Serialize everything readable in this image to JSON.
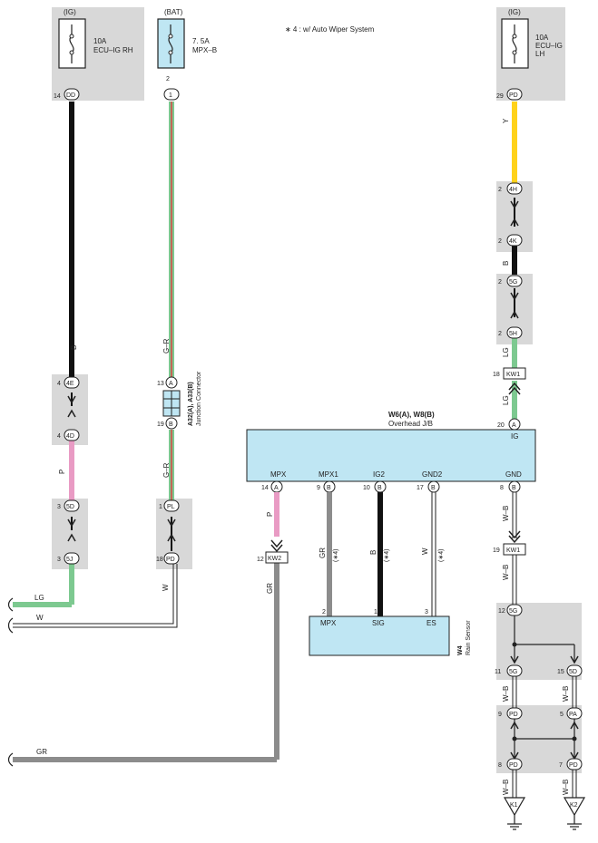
{
  "note": "∗ 4 : w/ Auto Wiper System",
  "fuses": [
    {
      "id": "ig_rh",
      "source": "(IG)",
      "amp": "10A",
      "name": "ECU–IG RH",
      "pin": "14",
      "conn": "DD"
    },
    {
      "id": "bat",
      "source": "(BAT)",
      "amp": "7. 5A",
      "name": "MPX–B",
      "pin": "2",
      "conn": "1"
    },
    {
      "id": "ig_lh",
      "source": "(IG)",
      "amp": "10A",
      "name": "ECU–IG",
      "name2": "LH",
      "pin": "29",
      "conn": "PD"
    }
  ],
  "colors": {
    "wire_black": "#111111",
    "wire_green": "#7dc990",
    "wire_pink": "#e99bc4",
    "wire_gray": "#8c8c8c",
    "wire_yellow": "#ffd21a",
    "wire_red": "#d44",
    "box_fill": "#bfe6f3",
    "gray_box": "#d8d8d8"
  },
  "wire_labels": {
    "b": "B",
    "p": "P",
    "lg": "LG",
    "gr": "G–R",
    "y": "Y",
    "w": "W",
    "grx": "GR",
    "wb": "W–B",
    "star4": "(∗4)"
  },
  "left": {
    "c4e": {
      "pin": "4",
      "conn": "4E"
    },
    "c4d": {
      "pin": "4",
      "conn": "4D"
    },
    "c5d": {
      "pin": "3",
      "conn": "5D"
    },
    "c5j": {
      "pin": "3",
      "conn": "5J"
    }
  },
  "mid": {
    "jc_title": "A32(A), A33(B)",
    "jc_sub": "Junction Connector",
    "top": {
      "pin": "13",
      "conn": "A"
    },
    "bot": {
      "pin": "19",
      "conn": "B"
    },
    "pl": {
      "pin": "1",
      "conn": "PL"
    },
    "pd": {
      "pin": "18",
      "conn": "PD"
    }
  },
  "right_chain": [
    {
      "pin": "2",
      "conn": "4H"
    },
    {
      "pin": "2",
      "conn": "4K"
    },
    {
      "pin": "2",
      "conn": "5G"
    },
    {
      "pin": "2",
      "conn": "5H"
    }
  ],
  "kw1_top": {
    "pin": "18",
    "conn": "KW1"
  },
  "overhead": {
    "title": "W6(A), W8(B)",
    "sub": "Overhead J/B",
    "ig_pin": "20",
    "ig_conn": "A",
    "ig": "IG",
    "terms": [
      {
        "name": "MPX",
        "pin": "14",
        "conn": "A"
      },
      {
        "name": "MPX1",
        "pin": "9",
        "conn": "B"
      },
      {
        "name": "IG2",
        "pin": "10",
        "conn": "B"
      },
      {
        "name": "GND2",
        "pin": "17",
        "conn": "B"
      },
      {
        "name": "GND",
        "pin": "8",
        "conn": "B"
      }
    ]
  },
  "kw2": {
    "pin": "12",
    "conn": "KW2"
  },
  "kw1_bot": {
    "pin": "19",
    "conn": "KW1"
  },
  "sensor": {
    "title": "W4",
    "sub": "Rain Sensor",
    "terms": [
      {
        "name": "MPX",
        "pin": "2"
      },
      {
        "name": "SIG",
        "pin": "1"
      },
      {
        "name": "ES",
        "pin": "3"
      }
    ]
  },
  "ground": {
    "c5g_top": {
      "pin": "12",
      "conn": "5G"
    },
    "c5g_l": {
      "pin": "11",
      "conn": "5G"
    },
    "c5d_r": {
      "pin": "15",
      "conn": "5D"
    },
    "c_pd_l": {
      "pin": "9",
      "conn": "PD"
    },
    "c_pa_r": {
      "pin": "5",
      "conn": "PA"
    },
    "c_pd_bl": {
      "pin": "8",
      "conn": "PD"
    },
    "c_pd_br": {
      "pin": "7",
      "conn": "PD"
    },
    "k1": "K1",
    "k2": "K2"
  }
}
